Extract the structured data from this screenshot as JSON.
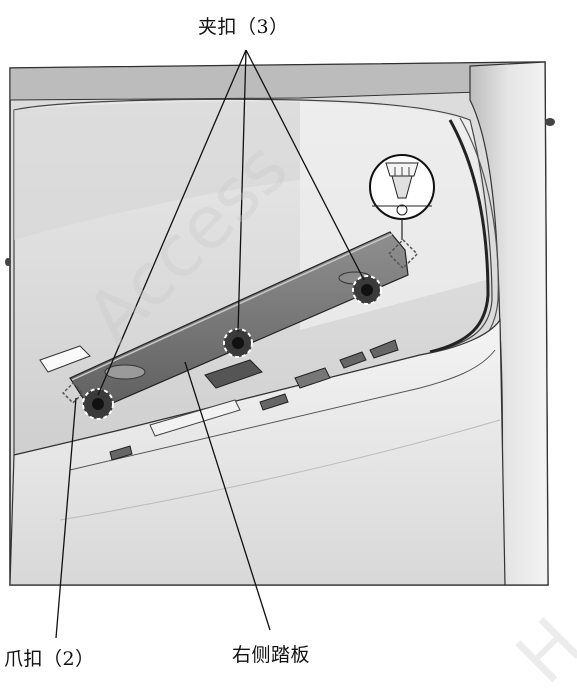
{
  "labels": {
    "clip": "夹扣（3）",
    "claw": "爪扣（2）",
    "step": "右侧踏板"
  },
  "watermarks": [
    "Access",
    "H"
  ],
  "colors": {
    "line": "#111111",
    "body_light": "#ededed",
    "body_mid": "#d2d2d2",
    "body_dark": "#9a9a9a",
    "trim": "#7a7a7a"
  }
}
